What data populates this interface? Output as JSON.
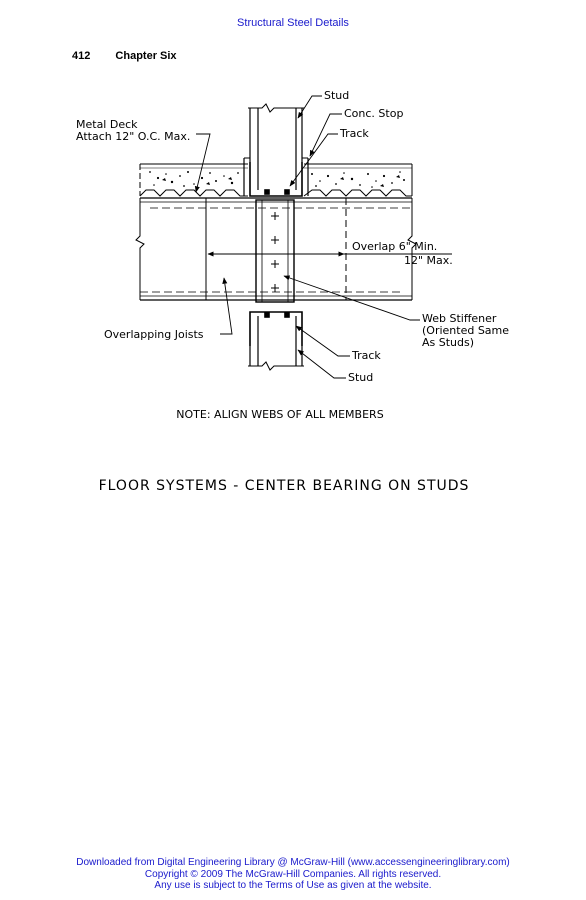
{
  "site_header": "Structural Steel Details",
  "page": {
    "number": "412",
    "chapter": "Chapter Six"
  },
  "colors": {
    "link_blue": "#1a1acc",
    "ink": "#000000"
  },
  "drawing": {
    "labels": {
      "stud_top": "Stud",
      "conc_stop": "Conc. Stop",
      "track_top": "Track",
      "metal_deck_line1": "Metal Deck",
      "metal_deck_line2": "Attach 12\" O.C. Max.",
      "overlap_line1": "Overlap 6\" Min.",
      "overlap_line2": "12\" Max.",
      "web_stiffener_line1": "Web Stiffener",
      "web_stiffener_line2": "(Oriented Same",
      "web_stiffener_line3": "As Studs)",
      "overlapping_joists": "Overlapping Joists",
      "track_bottom": "Track",
      "stud_bottom": "Stud"
    },
    "note": "NOTE: ALIGN WEBS OF ALL MEMBERS",
    "title": "FLOOR SYSTEMS - CENTER BEARING ON STUDS"
  },
  "footer": {
    "line1": "Downloaded from Digital Engineering Library @ McGraw-Hill (www.accessengineeringlibrary.com)",
    "line2": "Copyright © 2009 The McGraw-Hill Companies. All rights reserved.",
    "line3": "Any use is subject to the Terms of Use as given at the website."
  }
}
